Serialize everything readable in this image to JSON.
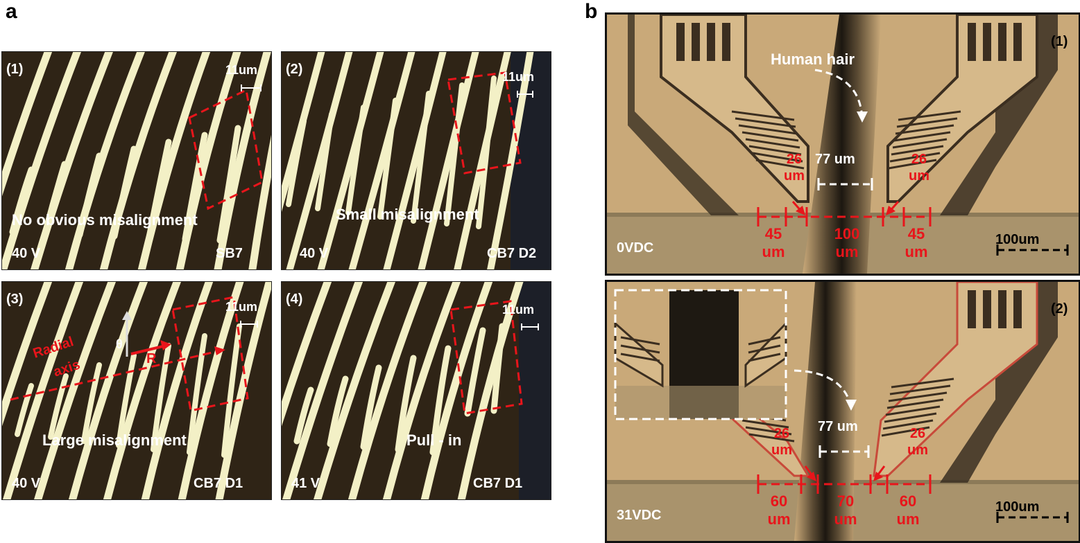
{
  "panel_a": {
    "letter": "a",
    "tiles": [
      {
        "index": "(1)",
        "scale": "11um",
        "caption": "No obvious misalignment",
        "voltage": "40 V",
        "sample": "SB7"
      },
      {
        "index": "(2)",
        "scale": "11um",
        "caption": "Small misalignment",
        "voltage": "40 V",
        "sample": "CB7 D2"
      },
      {
        "index": "(3)",
        "scale": "11um",
        "caption": "Large misalignment",
        "voltage": "40 V",
        "sample": "CB7 D1",
        "axis_label_1": "Radial",
        "axis_label_2": "axis",
        "theta": "θ",
        "r": "R"
      },
      {
        "index": "(4)",
        "scale": "11um",
        "caption": "Pull - in",
        "voltage": "41 V",
        "sample": "CB7 D1"
      }
    ]
  },
  "panel_b": {
    "letter": "b",
    "top": {
      "index": "(1)",
      "hair_label": "Human hair",
      "gap": "77 um",
      "left_small": "26",
      "left_small_unit": "um",
      "right_small": "26",
      "right_small_unit": "um",
      "left_dim": "45",
      "left_dim_unit": "um",
      "center_dim": "100",
      "center_dim_unit": "um",
      "right_dim": "45",
      "right_dim_unit": "um",
      "voltage": "0VDC",
      "scale": "100um"
    },
    "bottom": {
      "index": "(2)",
      "gap": "77 um",
      "left_small": "26",
      "left_small_unit": "um",
      "right_small": "26",
      "right_small_unit": "um",
      "left_dim": "60",
      "left_dim_unit": "um",
      "center_dim": "70",
      "center_dim_unit": "um",
      "right_dim": "60",
      "right_dim_unit": "um",
      "voltage": "31VDC",
      "scale": "100um"
    }
  },
  "colors": {
    "annotation_red": "#e8151b",
    "electrode": "#f2efc4",
    "background_dark": "#2b2418",
    "substrate": "#c9a979"
  }
}
